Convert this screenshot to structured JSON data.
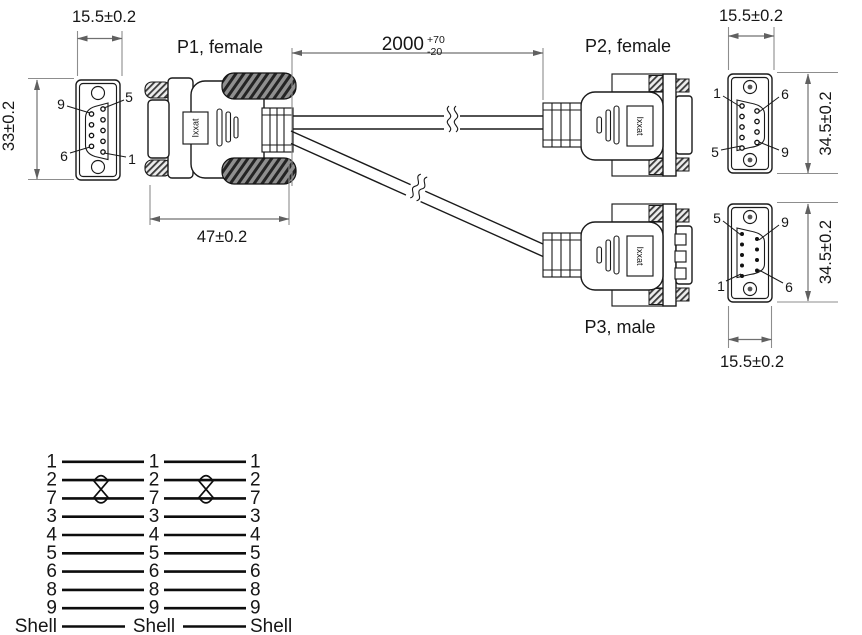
{
  "labels": {
    "p1": "P1, female",
    "p2": "P2, female",
    "p3": "P3, male"
  },
  "brand": "Ixxat",
  "dimensions": {
    "p1_front_width": "15.5±0.2",
    "p1_front_height": "33±0.2",
    "p1_length": "47±0.2",
    "cable_length": "2000",
    "cable_tol_plus": "+70",
    "cable_tol_minus": "-20",
    "p2_front_width": "15.5±0.2",
    "p2_front_height": "34.5±0.2",
    "p3_front_height": "34.5±0.2",
    "p3_front_width": "15.5±0.2"
  },
  "pin_labels": {
    "p1": {
      "top_left": "9",
      "top_right": "5",
      "bottom_left": "6",
      "bottom_right": "1"
    },
    "p2": {
      "top_left": "1",
      "top_right": "6",
      "bottom_left": "5",
      "bottom_right": "9"
    },
    "p3": {
      "top_left": "5",
      "top_right": "9",
      "bottom_left": "1",
      "bottom_right": "6"
    }
  },
  "wiring": {
    "rows": [
      "1",
      "2",
      "7",
      "3",
      "4",
      "5",
      "6",
      "8",
      "9",
      "Shell"
    ],
    "twisted_rows": [
      "2",
      "7"
    ],
    "twist_positions_x": [
      101,
      206
    ]
  },
  "colors": {
    "line": "#1a1a1a",
    "dimension": "#707070",
    "background": "#ffffff"
  }
}
